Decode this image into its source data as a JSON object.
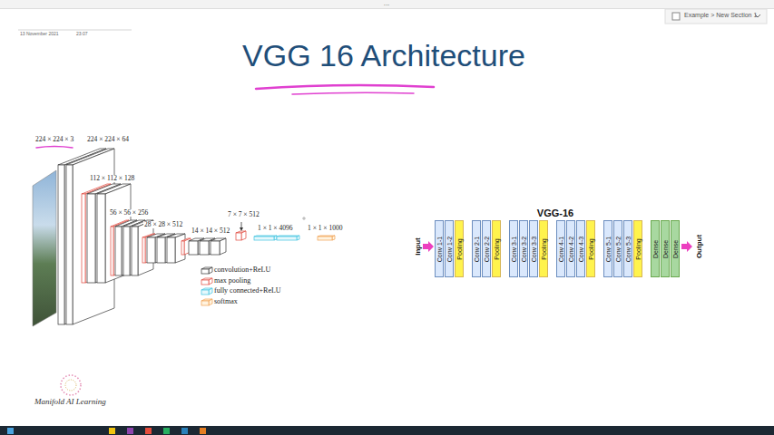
{
  "diagram": {
    "title": "VGG 16 Architecture",
    "nodes": [
      {
        "text": [
          "Conv 1-1"
        ]
      },
      {
        "text": [
          "Conv 1-2"
        ]
      },
      {
        "text": [
          "Pooling"
        ]
      },
      {
        "text": [
          "Conv 2-1"
        ]
      },
      {
        "text": [
          "Conv 2-2"
        ]
      },
      {
        "text": [
          "Pooling"
        ]
      },
      {
        "text": [
          "Conv 3-1"
        ]
      },
      {
        "text": [
          "Conv 3-2"
        ]
      },
      {
        "text": [
          "Conv 3-3"
        ]
      },
      {
        "text": [
          "Pooling"
        ]
      },
      {
        "text": [
          "Conv 4-1"
        ]
      },
      {
        "text": [
          "Conv 4-2"
        ]
      },
      {
        "text": [
          "Conv 4-3"
        ]
      },
      {
        "text": [
          "Pooling"
        ]
      },
      {
        "text": [
          "Conv 5-1"
        ]
      },
      {
        "text": [
          "Conv 5-2"
        ]
      },
      {
        "text": [
          "Conv 5-3"
        ]
      },
      {
        "text": [
          "Pooling"
        ]
      },
      {
        "text": [
          "Dense"
        ]
      },
      {
        "text": [
          "Dense"
        ]
      },
      {
        "text": [
          "Dense"
        ]
      }
    ],
    "labels": [
      "...",
      "13 November 2021",
      "23:07",
      "Example > New Section 1",
      "224 × 224 × 3",
      "224 × 224 × 64",
      "112 × 112 × 128",
      "56 × 56 × 256",
      "28 × 28 × 512",
      "14 × 14 × 512",
      "7 × 7 × 512",
      "1 × 1 × 4096",
      "1 × 1 × 1000",
      "VGG-16",
      "Input",
      "Output",
      "Manifold AI Learning"
    ],
    "legend": [
      {
        "text": "convolution+ReLU"
      },
      {
        "text": "max pooling"
      },
      {
        "text": "fully connected+ReLU"
      },
      {
        "text": "softmax"
      }
    ]
  }
}
